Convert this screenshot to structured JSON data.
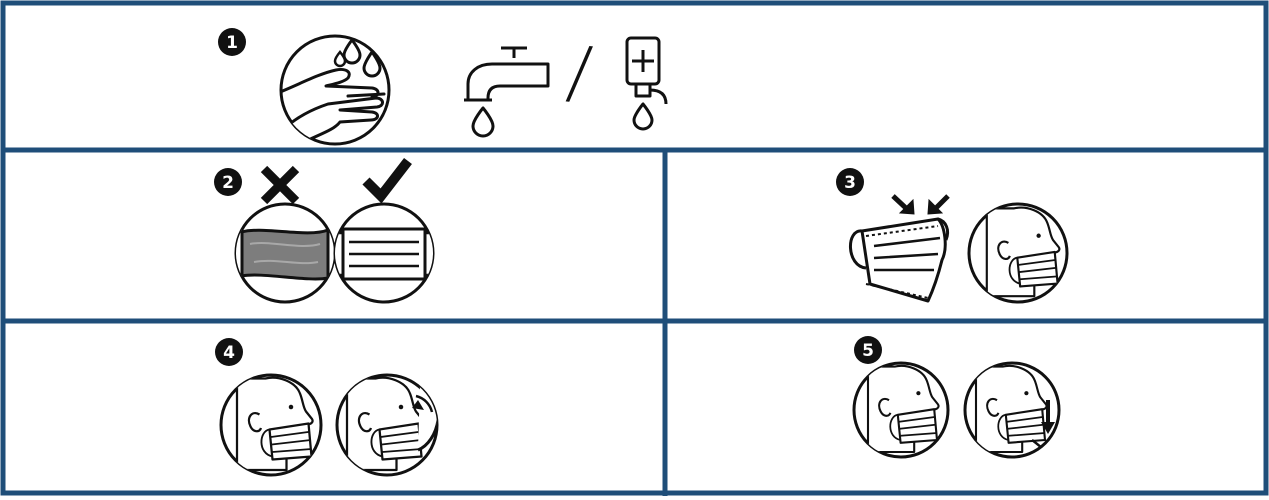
{
  "steps": [
    {
      "number": "1",
      "icons": [
        "hand-wash-icon",
        "water-tap-icon",
        "sanitizer-bottle-icon"
      ]
    },
    {
      "number": "2",
      "icons": [
        "cross-icon",
        "checkmark-icon",
        "damaged-mask-icon",
        "intact-mask-icon"
      ]
    },
    {
      "number": "3",
      "icons": [
        "mask-front-icon",
        "arrow-down-right-icon",
        "arrow-down-left-icon",
        "head-with-mask-icon"
      ]
    },
    {
      "number": "4",
      "icons": [
        "head-with-mask-icon",
        "nose-pinch-icon"
      ]
    },
    {
      "number": "5",
      "icons": [
        "head-with-mask-icon",
        "mask-pull-down-icon"
      ]
    }
  ],
  "separator": "/",
  "colors": {
    "border": "#1f4e79",
    "ink": "#111111",
    "mask_gray": "#7d7d7d"
  }
}
